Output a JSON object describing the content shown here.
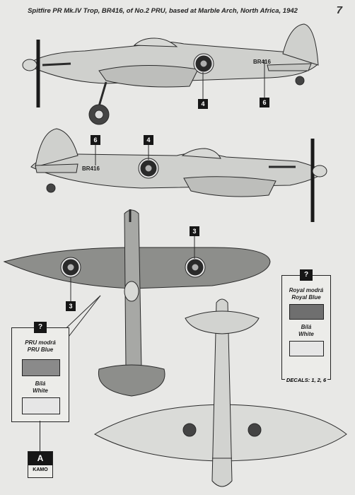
{
  "header": {
    "caption": "Spitfire PR Mk.IV Trop, BR416, of No.2 PRU, based at Marble Arch, North Africa, 1942",
    "page_number": "7"
  },
  "serials": {
    "top_view": "BR416",
    "bottom_view": "BR416"
  },
  "markers": {
    "m4_top": "4",
    "m6_top": "6",
    "m6_mid": "6",
    "m4_mid": "4",
    "m3_right": "3",
    "m3_left": "3"
  },
  "legend_right": {
    "q": "?",
    "label_cz": "Royal modrá",
    "label_en": "Royal Blue",
    "white_cz": "Bílá",
    "white_en": "White",
    "decals": "DECALS: 1, 2, 6"
  },
  "legend_left": {
    "q": "?",
    "label_cz": "PRU modrá",
    "label_en": "PRU Blue",
    "white_cz": "Bílá",
    "white_en": "White"
  },
  "kamo": {
    "letter": "A",
    "text": "KAMO"
  },
  "colors": {
    "royal_blue": "#6f6f6f",
    "pru_blue": "#8a8a8a",
    "white": "#e6e6e6",
    "fuselage": "#cfd0cd",
    "outline": "#2a2a2a"
  }
}
